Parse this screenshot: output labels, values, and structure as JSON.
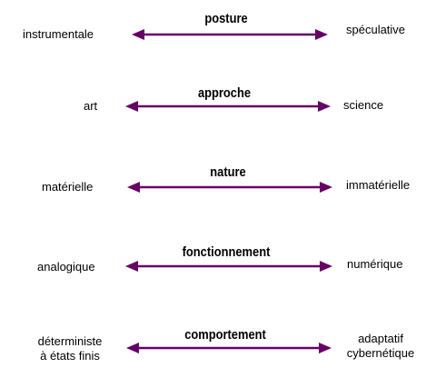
{
  "rows": [
    {
      "category": "posture",
      "left": "instrumentale",
      "right": "spéculative"
    },
    {
      "category": "approche",
      "left": "art",
      "right": "science"
    },
    {
      "category": "nature",
      "left": "matérielle",
      "right": "immatérielle"
    },
    {
      "category": "fonctionnement",
      "left": "analogique",
      "right": "numérique"
    },
    {
      "category": "comportement",
      "left_line1": "déterministe",
      "left_line2": "à états finis",
      "right_line1": "adaptatif",
      "right_line2": "cybernétique"
    }
  ],
  "colors": {
    "arrow": "#660066",
    "text": "#000000"
  }
}
